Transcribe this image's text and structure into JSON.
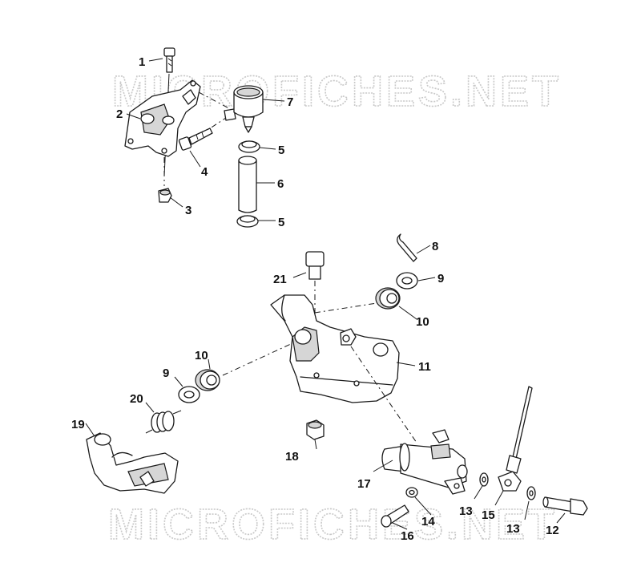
{
  "watermark": {
    "top_text": "MICROFICHES.NET",
    "bottom_text": "MICROFICHES.NET"
  },
  "callouts": [
    {
      "key": "c1",
      "text": "1"
    },
    {
      "key": "c2",
      "text": "2"
    },
    {
      "key": "c3",
      "text": "3"
    },
    {
      "key": "c4",
      "text": "4"
    },
    {
      "key": "c5a",
      "text": "5"
    },
    {
      "key": "c5b",
      "text": "5"
    },
    {
      "key": "c6",
      "text": "6"
    },
    {
      "key": "c7",
      "text": "7"
    },
    {
      "key": "c8",
      "text": "8"
    },
    {
      "key": "c9a",
      "text": "9"
    },
    {
      "key": "c9b",
      "text": "9"
    },
    {
      "key": "c10a",
      "text": "10"
    },
    {
      "key": "c10b",
      "text": "10"
    },
    {
      "key": "c11",
      "text": "11"
    },
    {
      "key": "c12",
      "text": "12"
    },
    {
      "key": "c13a",
      "text": "13"
    },
    {
      "key": "c13b",
      "text": "13"
    },
    {
      "key": "c14",
      "text": "14"
    },
    {
      "key": "c15",
      "text": "15"
    },
    {
      "key": "c16",
      "text": "16"
    },
    {
      "key": "c17",
      "text": "17"
    },
    {
      "key": "c18",
      "text": "18"
    },
    {
      "key": "c19",
      "text": "19"
    },
    {
      "key": "c20",
      "text": "20"
    },
    {
      "key": "c21",
      "text": "21"
    }
  ]
}
